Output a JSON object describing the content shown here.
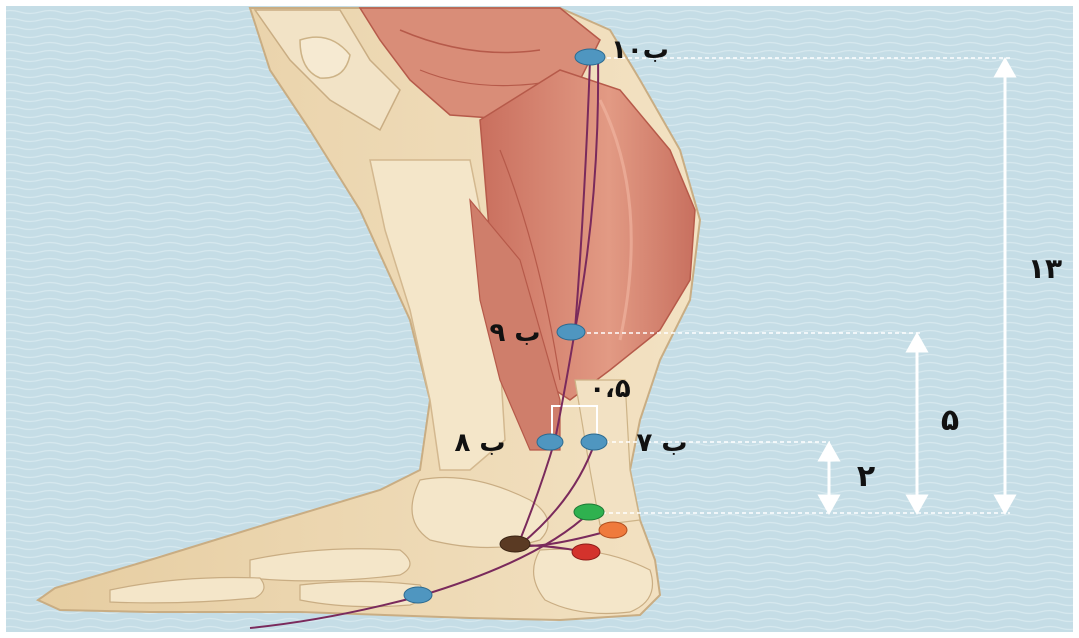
{
  "labels": {
    "b10": "ب۱۰",
    "b9": "ب ۹",
    "b8": "ب ۸",
    "b7": "ب ۷",
    "half": "۰،۵",
    "m13": "۱۳",
    "m5": "۵",
    "m2": "۲"
  },
  "colors": {
    "background": "#c5dde6",
    "skin": "#ecd7b3",
    "skin_shadow": "#d8bc8e",
    "muscle": "#d98d78",
    "muscle_dark": "#b65a4a",
    "bone": "#f4e6c9",
    "meridian": "#7a2a5c",
    "point_blue": "#4f96c0",
    "point_green": "#2fb14f",
    "point_orange": "#ef7a3c",
    "point_red": "#d3322c",
    "point_brown": "#5a3a23",
    "measure_line": "#ffffff"
  },
  "points": [
    {
      "name": "point-b10",
      "color": "point_blue"
    },
    {
      "name": "point-b9",
      "color": "point_blue"
    },
    {
      "name": "point-b8",
      "color": "point_blue"
    },
    {
      "name": "point-b7",
      "color": "point_blue"
    },
    {
      "name": "point-foot",
      "color": "point_blue"
    },
    {
      "name": "point-heel-green",
      "color": "point_green"
    },
    {
      "name": "point-heel-orange",
      "color": "point_orange"
    },
    {
      "name": "point-heel-red",
      "color": "point_red"
    },
    {
      "name": "point-ankle-brown",
      "color": "point_brown"
    }
  ]
}
